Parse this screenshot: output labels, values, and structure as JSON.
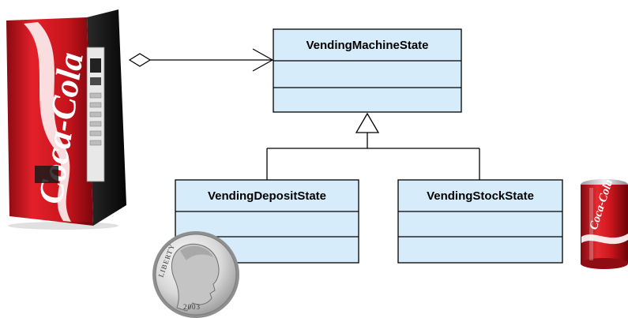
{
  "classes": {
    "base": {
      "name": "VendingMachineState"
    },
    "deposit": {
      "name": "VendingDepositState"
    },
    "stock": {
      "name": "VendingStockState"
    }
  },
  "colors": {
    "class_fill": "#d6ecfa",
    "class_border": "#000000",
    "machine_red": "#c8141c",
    "machine_black": "#111111"
  },
  "illustrations": {
    "machine_brand": "Coca-Cola",
    "can_brand": "Coca-Cola",
    "coin_inscription_top": "LIBERTY",
    "coin_inscription_bottom": "2003"
  }
}
